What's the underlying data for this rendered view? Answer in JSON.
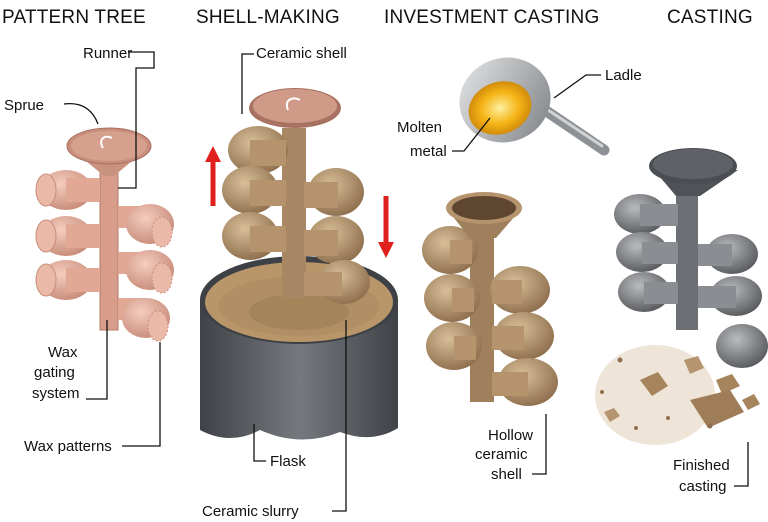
{
  "stages": [
    {
      "title": "PATTERN TREE"
    },
    {
      "title": "SHELL-MAKING"
    },
    {
      "title": "INVESTMENT CASTING"
    },
    {
      "title": "CASTING"
    }
  ],
  "labels": {
    "runner": "Runner",
    "sprue": "Sprue",
    "wax_gating_1": "Wax",
    "wax_gating_2": "gating",
    "wax_gating_3": "system",
    "wax_patterns": "Wax patterns",
    "ceramic_shell": "Ceramic shell",
    "flask": "Flask",
    "ceramic_slurry": "Ceramic slurry",
    "ladle": "Ladle",
    "molten_1": "Molten",
    "molten_2": "metal",
    "hollow_1": "Hollow",
    "hollow_2": "ceramic",
    "hollow_3": "shell",
    "finished_1": "Finished",
    "finished_2": "casting"
  },
  "colors": {
    "wax": "#e3ad9c",
    "wax_dark": "#c98d7c",
    "ceramic": "#b99a73",
    "ceramic_dark": "#8f7050",
    "metal": "#8d8f92",
    "metal_dark": "#5a5c5f",
    "flask": "#5d6064",
    "molten": "#f5b416",
    "arrow": "#e0201c"
  }
}
